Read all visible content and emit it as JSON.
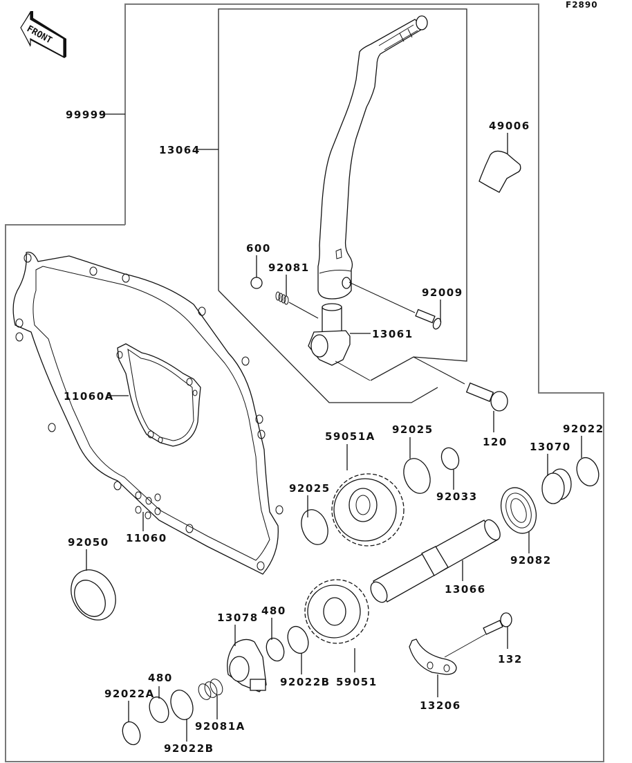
{
  "diagram": {
    "figure_code": "F2890",
    "orientation_badge": "FRONT",
    "parts": [
      {
        "id": "p99999",
        "number": "99999"
      },
      {
        "id": "p13064",
        "number": "13064"
      },
      {
        "id": "p49006",
        "number": "49006"
      },
      {
        "id": "p600",
        "number": "600"
      },
      {
        "id": "p92081",
        "number": "92081"
      },
      {
        "id": "p92009",
        "number": "92009"
      },
      {
        "id": "p13061",
        "number": "13061"
      },
      {
        "id": "p11060A",
        "number": "11060A"
      },
      {
        "id": "p120",
        "number": "120"
      },
      {
        "id": "p59051A",
        "number": "59051A"
      },
      {
        "id": "p92025a",
        "number": "92025"
      },
      {
        "id": "p92022",
        "number": "92022"
      },
      {
        "id": "p13070",
        "number": "13070"
      },
      {
        "id": "p92025b",
        "number": "92025"
      },
      {
        "id": "p92033",
        "number": "92033"
      },
      {
        "id": "p11060",
        "number": "11060"
      },
      {
        "id": "p92050",
        "number": "92050"
      },
      {
        "id": "p92082",
        "number": "92082"
      },
      {
        "id": "p13066",
        "number": "13066"
      },
      {
        "id": "p13078",
        "number": "13078"
      },
      {
        "id": "p480a",
        "number": "480"
      },
      {
        "id": "p132",
        "number": "132"
      },
      {
        "id": "p480b",
        "number": "480"
      },
      {
        "id": "p92022A",
        "number": "92022A"
      },
      {
        "id": "p92022B_a",
        "number": "92022B"
      },
      {
        "id": "p59051",
        "number": "59051"
      },
      {
        "id": "p92081A",
        "number": "92081A"
      },
      {
        "id": "p13206",
        "number": "13206"
      },
      {
        "id": "p92022B_b",
        "number": "92022B"
      }
    ]
  }
}
